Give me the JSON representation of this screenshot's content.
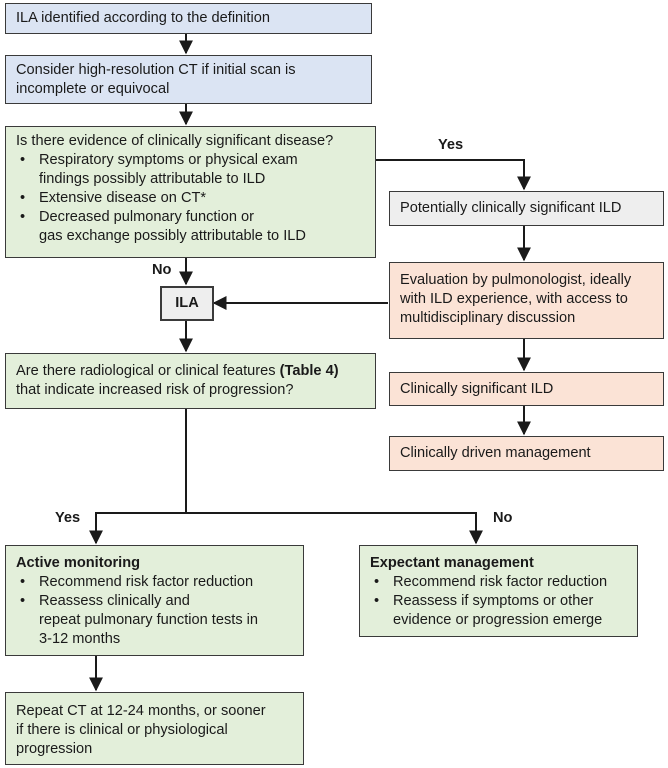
{
  "flowchart": {
    "step1": "ILA identified according to the definition",
    "step2": [
      "Consider high-resolution CT if initial scan is",
      "incomplete or equivocal"
    ],
    "step3": {
      "question": "Is there evidence of clinically significant disease?",
      "bullets": [
        [
          "Respiratory symptoms or physical exam",
          "findings possibly attributable to ILD"
        ],
        [
          "Extensive disease on CT*"
        ],
        [
          "Decreased pulmonary function or",
          "gas exchange possibly attributable to ILD"
        ]
      ]
    },
    "yes_label_1": "Yes",
    "no_label_1": "No",
    "potential_ild": "Potentially clinically significant ILD",
    "evaluation": [
      "Evaluation by pulmonologist, ideally",
      "with ILD experience, with access to",
      "multidisciplinary discussion"
    ],
    "ila": "ILA",
    "risk_question": {
      "line1_pre": "Are there radiological or clinical features",
      "line1_bold": "(Table 4)",
      "line2": "that indicate increased risk of progression?"
    },
    "clin_sig_ild": "Clinically significant ILD",
    "clin_driven": "Clinically driven management",
    "yes_label_2": "Yes",
    "no_label_2": "No",
    "active": {
      "title": "Active monitoring",
      "bullets": [
        [
          "Recommend risk factor reduction"
        ],
        [
          "Reassess clinically and",
          "repeat pulmonary function tests in",
          "3-12 months"
        ]
      ]
    },
    "expectant": {
      "title": "Expectant management",
      "bullets": [
        [
          "Recommend risk factor reduction"
        ],
        [
          "Reassess if symptoms or other",
          "evidence or progression emerge"
        ]
      ]
    },
    "repeat_ct": [
      "Repeat CT at 12-24 months, or sooner",
      "if there is clinical or physiological",
      "progression"
    ]
  },
  "colors": {
    "blue": "#dbe4f3",
    "green": "#e3efda",
    "gray": "#eeeeee",
    "peach": "#fbe3d6"
  }
}
